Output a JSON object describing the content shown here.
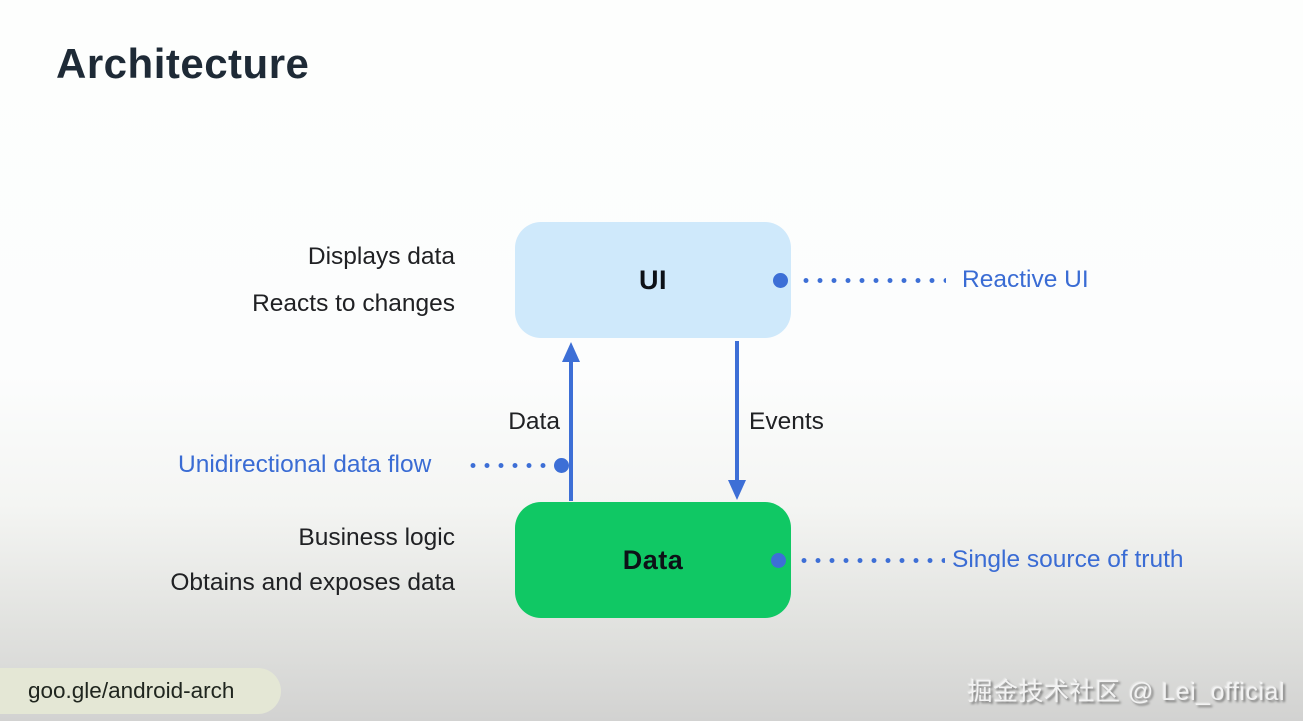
{
  "slide": {
    "title": "Architecture",
    "footer_link": "goo.gle/android-arch",
    "watermark": "掘金技术社区 @ Lei_official"
  },
  "diagram": {
    "ui_box": {
      "label": "UI",
      "color": "#cfe9fb",
      "annotations": [
        "Displays data",
        "Reacts to changes"
      ],
      "callout": "Reactive UI"
    },
    "data_box": {
      "label": "Data",
      "color": "#10c864",
      "annotations": [
        "Business logic",
        "Obtains and exposes data"
      ],
      "callout": "Single source of truth"
    },
    "arrows": {
      "up_label": "Data",
      "down_label": "Events"
    },
    "flow_callout": "Unidirectional data flow",
    "accent_blue": "#3d6fd6"
  }
}
